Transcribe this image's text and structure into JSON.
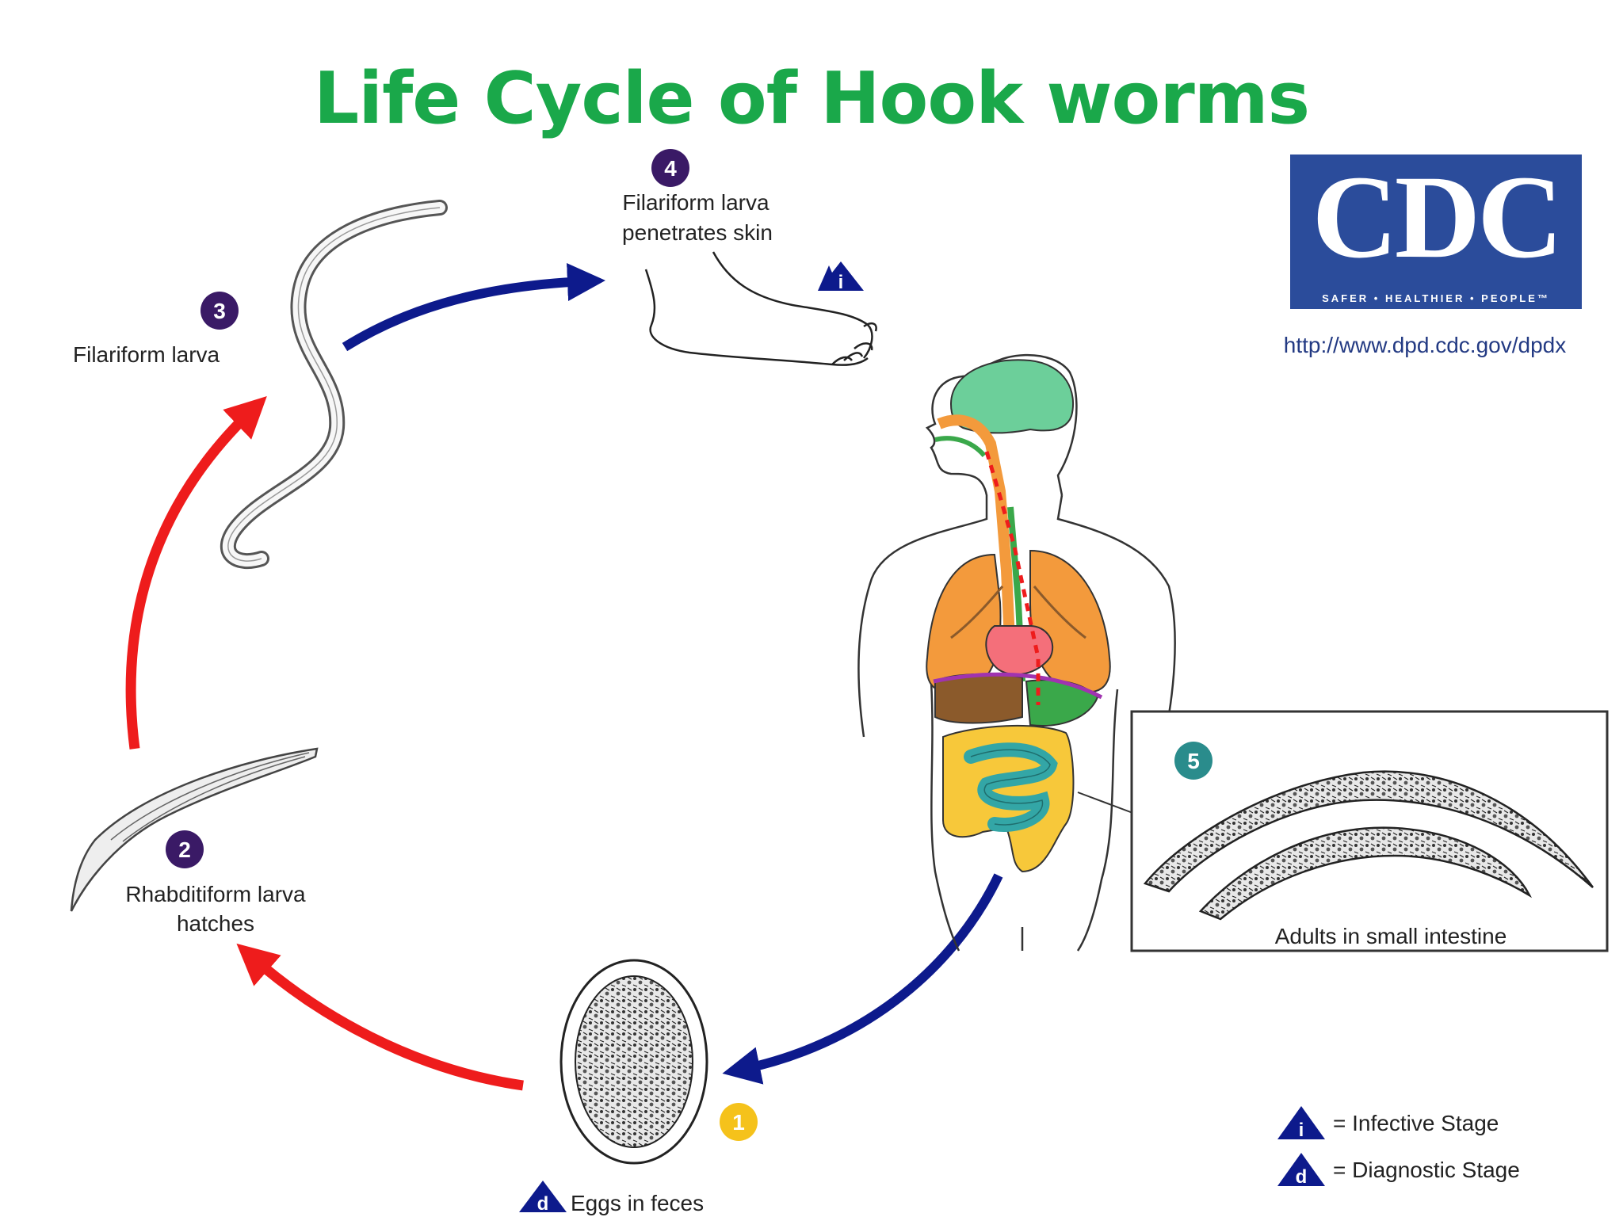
{
  "title": "Life Cycle of Hook worms",
  "colors": {
    "title": "#1aa84a",
    "forward_arrow": "#0d1a8c",
    "red_arrow": "#ee1c1c",
    "badge_purple": "#3a1a66",
    "badge_teal": "#2a8c8c",
    "badge_yellow": "#f5c21b",
    "cdc_blue": "#2b4c9b",
    "brain": "#6ccf9a",
    "lungs": "#f39a3c",
    "heart": "#f46f7a",
    "intestine_large": "#f7c83a",
    "intestine_small": "#33a6a6",
    "liver": "#8b5a2b"
  },
  "stages": [
    {
      "number": "1",
      "label": "Eggs in feces",
      "marker": "d",
      "badge_color": "yellow"
    },
    {
      "number": "2",
      "label_line1": "Rhabditiform larva",
      "label_line2": "hatches",
      "badge_color": "purple"
    },
    {
      "number": "3",
      "label": "Filariform larva",
      "badge_color": "purple"
    },
    {
      "number": "4",
      "label_line1": "Filariform larva",
      "label_line2": "penetrates skin",
      "marker": "i",
      "badge_color": "purple"
    },
    {
      "number": "5",
      "label": "Adults in small intestine",
      "badge_color": "teal"
    }
  ],
  "legend": [
    {
      "marker": "i",
      "text": "= Infective Stage"
    },
    {
      "marker": "d",
      "text": "= Diagnostic Stage"
    }
  ],
  "logo": {
    "word": "CDC",
    "tagline": "SAFER • HEALTHIER • PEOPLE™",
    "url": "http://www.dpd.cdc.gov/dpdx"
  },
  "icons": {
    "infective": "triangle-i-icon",
    "diagnostic": "triangle-d-icon"
  }
}
